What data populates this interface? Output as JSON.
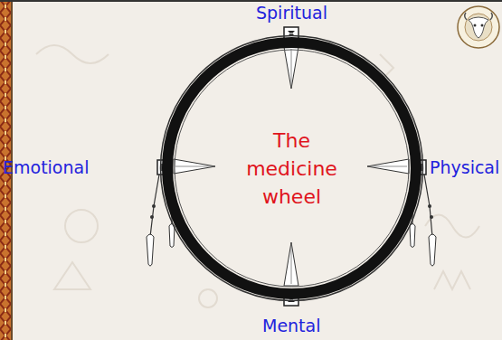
{
  "diagram": {
    "nodes": [
      {
        "text": [
          "The medicine wheel"
        ]
      }
    ],
    "labels": [
      "Spiritual",
      "Emotional",
      "Physical",
      "Mental"
    ]
  }
}
